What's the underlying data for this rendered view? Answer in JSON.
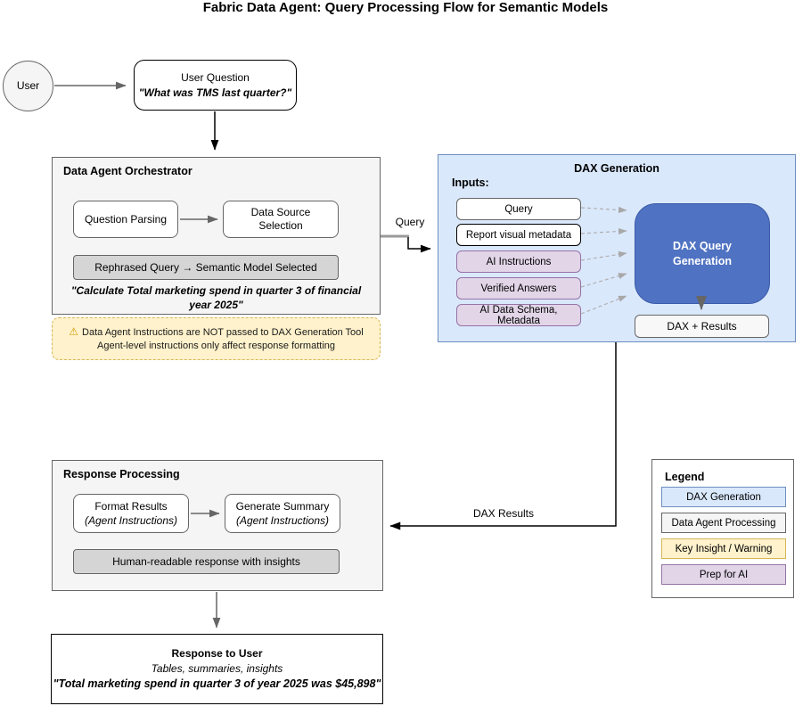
{
  "title": "Fabric Data Agent: Query Processing Flow for Semantic Models",
  "colors": {
    "dax_container_fill": "#dae8fc",
    "dax_container_border": "#6c8ebf",
    "dax_gen_fill": "#4f72c2",
    "agent_processing_fill": "#f5f5f5",
    "agent_processing_border": "#666666",
    "warning_fill": "#fff2cc",
    "warning_border": "#d6b656",
    "prep_ai_fill": "#e1d5e7",
    "prep_ai_border": "#9673a6",
    "inner_gray_fill": "#d5d5d5"
  },
  "user": {
    "label": "User"
  },
  "user_question": {
    "title": "User Question",
    "quote": "\"What was TMS last quarter?\""
  },
  "orchestrator": {
    "title": "Data Agent Orchestrator",
    "question_parsing": "Question Parsing",
    "data_source_selection": "Data Source Selection",
    "rephrased": "Rephrased Query → Semantic Model Selected",
    "quote": "\"Calculate Total marketing spend in quarter 3 of financial year 2025\""
  },
  "warning": {
    "icon": "⚠",
    "line1": "Data Agent Instructions are NOT passed to DAX Generation Tool",
    "line2": "Agent-level instructions only affect response formatting"
  },
  "edges": {
    "query_label": "Query",
    "dax_results_label": "DAX Results"
  },
  "dax_generation": {
    "title": "DAX Generation",
    "inputs_label": "Inputs:",
    "inputs": [
      {
        "label": "Query"
      },
      {
        "label": "Report visual metadata"
      },
      {
        "label": "AI Instructions"
      },
      {
        "label": "Verified Answers"
      },
      {
        "label": "AI Data Schema, Metadata"
      }
    ],
    "generator": "DAX Query Generation",
    "output": "DAX + Results"
  },
  "response_processing": {
    "title": "Response Processing",
    "format_results": "Format Results",
    "format_results_note": "(Agent Instructions)",
    "generate_summary": "Generate Summary",
    "generate_summary_note": "(Agent Instructions)",
    "human_readable": "Human-readable response with insights"
  },
  "response_to_user": {
    "title": "Response to User",
    "subtitle": "Tables, summaries, insights",
    "quote": "\"Total marketing spend in quarter 3 of year 2025 was $45,898\""
  },
  "legend": {
    "title": "Legend",
    "items": [
      {
        "label": "DAX Generation"
      },
      {
        "label": "Data Agent Processing"
      },
      {
        "label": "Key Insight / Warning"
      },
      {
        "label": "Prep for AI"
      }
    ]
  }
}
